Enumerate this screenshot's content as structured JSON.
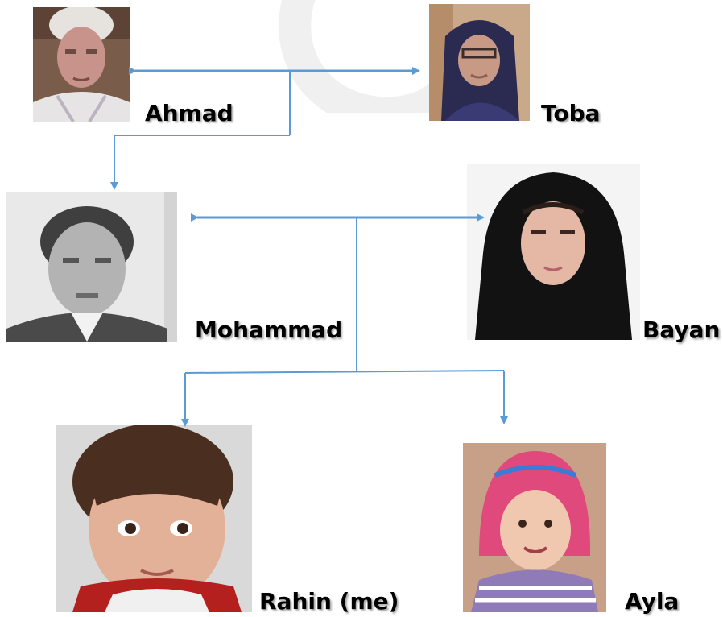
{
  "family": {
    "grandfather": {
      "name": "Ahmad"
    },
    "grandmother": {
      "name": "Toba"
    },
    "father": {
      "name": "Mohammad"
    },
    "mother": {
      "name": "Bayan"
    },
    "son": {
      "name": "Rahin (me)"
    },
    "daughter": {
      "name": "Ayla"
    }
  },
  "colors": {
    "connector": "#5b9bd5",
    "label_shadow": "#a9a9a9"
  }
}
